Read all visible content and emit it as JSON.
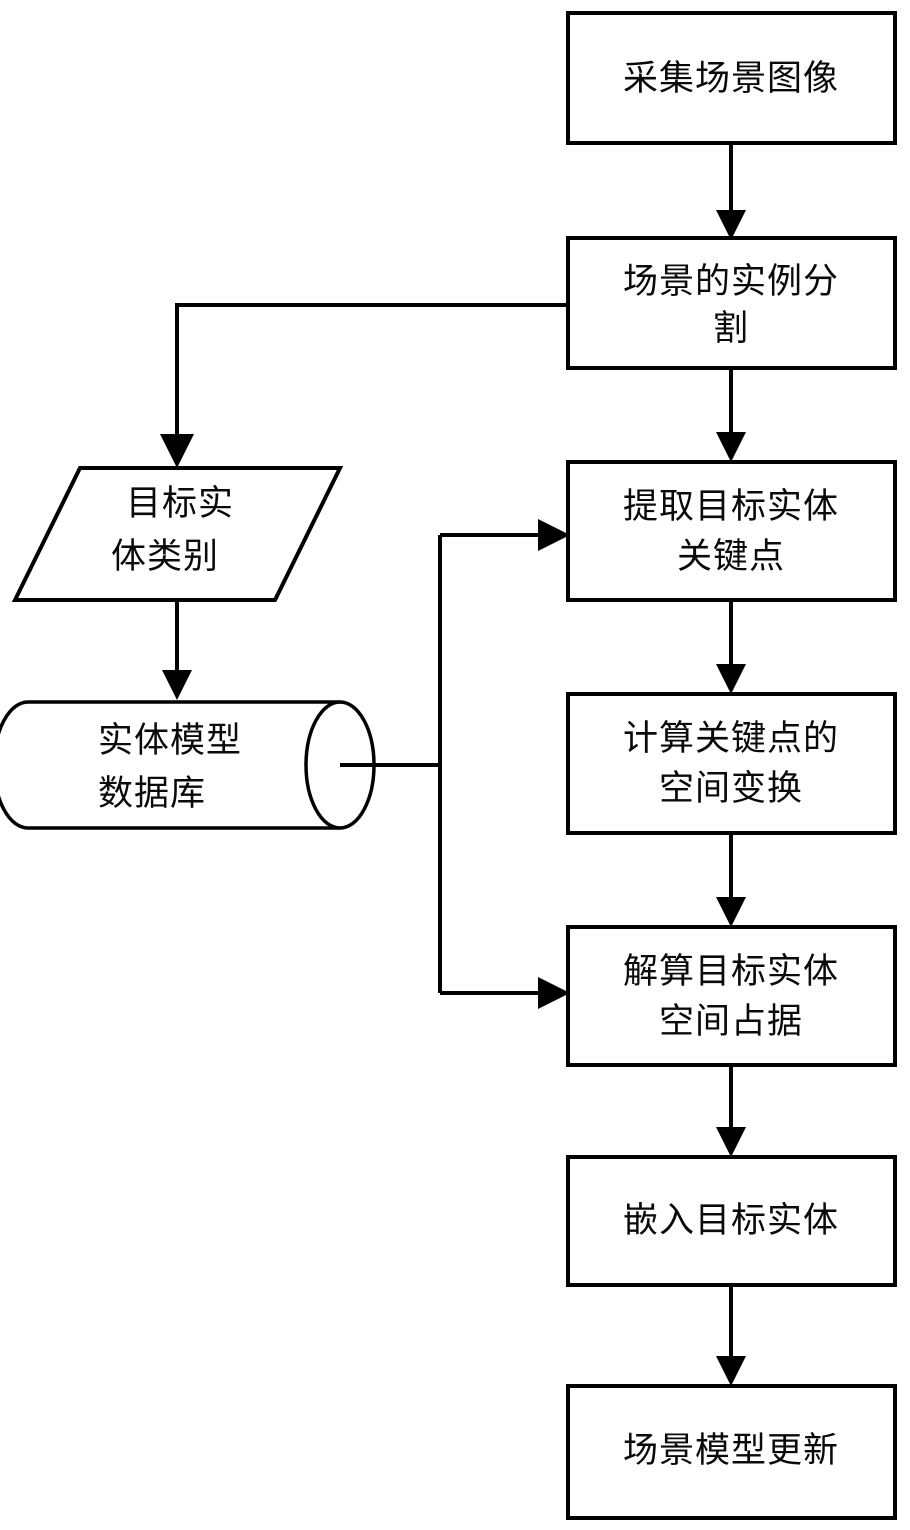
{
  "diagram": {
    "type": "flowchart",
    "orientation": "top-to-bottom",
    "language": "zh-CN",
    "background_color": "#ffffff",
    "line_color": "#000000",
    "text_color": "#0a0a0a",
    "nodes": [
      {
        "id": "collect-scene-image",
        "shape": "rectangle",
        "label_lines": [
          "采集场景图像"
        ],
        "label": "采集场景图像"
      },
      {
        "id": "scene-instance-segmentation",
        "shape": "rectangle",
        "label_lines": [
          "场景的实例分",
          "割"
        ],
        "label": "场景的实例分割"
      },
      {
        "id": "target-entity-category",
        "shape": "parallelogram",
        "label_lines": [
          "目标实",
          "体类别"
        ],
        "label": "目标实体类别"
      },
      {
        "id": "entity-model-database",
        "shape": "cylinder",
        "label_lines": [
          "实体模型",
          "数据库"
        ],
        "label": "实体模型数据库"
      },
      {
        "id": "extract-target-entity-keypoints",
        "shape": "rectangle",
        "label_lines": [
          "提取目标实体",
          "关键点"
        ],
        "label": "提取目标实体关键点"
      },
      {
        "id": "compute-keypoint-spatial-transform",
        "shape": "rectangle",
        "label_lines": [
          "计算关键点的",
          "空间变换"
        ],
        "label": "计算关键点的空间变换"
      },
      {
        "id": "solve-target-entity-space-occupancy",
        "shape": "rectangle",
        "label_lines": [
          "解算目标实体",
          "空间占据"
        ],
        "label": "解算目标实体空间占据"
      },
      {
        "id": "embed-target-entity",
        "shape": "rectangle",
        "label_lines": [
          "嵌入目标实体"
        ],
        "label": "嵌入目标实体"
      },
      {
        "id": "scene-model-update",
        "shape": "rectangle",
        "label_lines": [
          "场景模型更新"
        ],
        "label": "场景模型更新"
      }
    ],
    "edges": [
      {
        "id": "edge-1",
        "from": "collect-scene-image",
        "to": "scene-instance-segmentation",
        "style": "straight-down",
        "arrow": true
      },
      {
        "id": "edge-2",
        "from": "scene-instance-segmentation",
        "to": "target-entity-category",
        "style": "left-then-down",
        "arrow": true
      },
      {
        "id": "edge-3",
        "from": "scene-instance-segmentation",
        "to": "extract-target-entity-keypoints",
        "style": "straight-down",
        "arrow": true
      },
      {
        "id": "edge-4",
        "from": "target-entity-category",
        "to": "entity-model-database",
        "style": "straight-down",
        "arrow": true
      },
      {
        "id": "edge-5",
        "from": "entity-model-database",
        "to": "extract-target-entity-keypoints",
        "style": "right-then-up",
        "arrow": true
      },
      {
        "id": "edge-6",
        "from": "entity-model-database",
        "to": "solve-target-entity-space-occupancy",
        "style": "right-then-down",
        "arrow": true
      },
      {
        "id": "edge-7",
        "from": "extract-target-entity-keypoints",
        "to": "compute-keypoint-spatial-transform",
        "style": "straight-down",
        "arrow": true
      },
      {
        "id": "edge-8",
        "from": "compute-keypoint-spatial-transform",
        "to": "solve-target-entity-space-occupancy",
        "style": "straight-down",
        "arrow": true
      },
      {
        "id": "edge-9",
        "from": "solve-target-entity-space-occupancy",
        "to": "embed-target-entity",
        "style": "straight-down",
        "arrow": true
      },
      {
        "id": "edge-10",
        "from": "embed-target-entity",
        "to": "scene-model-update",
        "style": "straight-down",
        "arrow": true
      }
    ]
  }
}
